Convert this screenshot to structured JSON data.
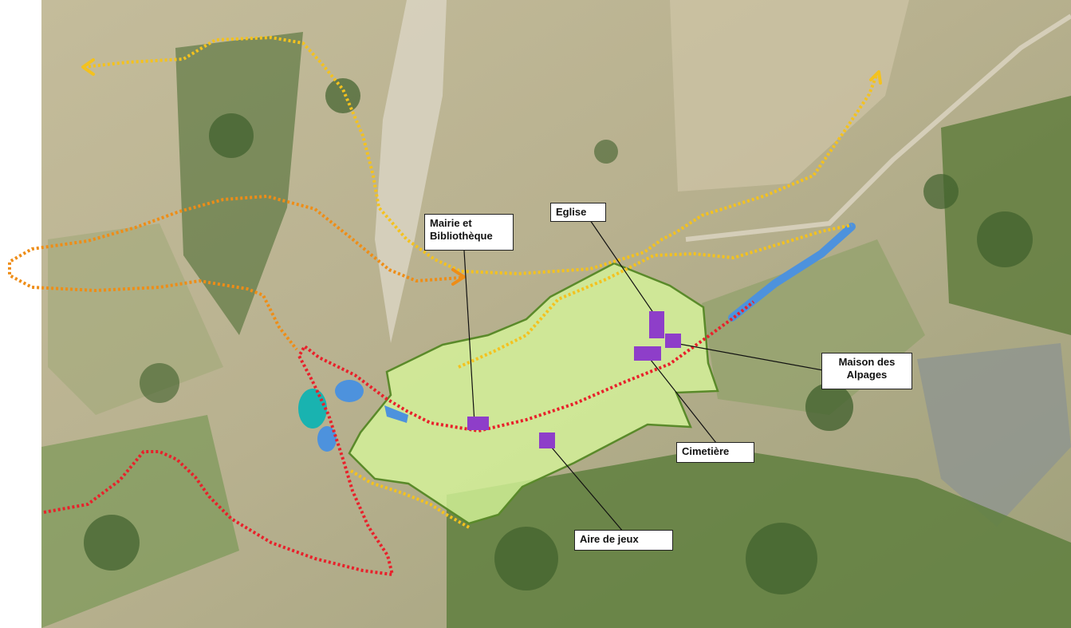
{
  "map": {
    "kind": "annotated aerial photograph of a mountain village",
    "labels": {
      "mairie": {
        "line1": "Mairie et",
        "line2": "Bibliothèque"
      },
      "eglise": "Eglise",
      "maison": {
        "line1": "Maison des",
        "line2": "Alpages"
      },
      "cimetiere": "Cimetière",
      "aire": "Aire de jeux"
    },
    "colors": {
      "village_zone": "#d6f59a",
      "village_outline": "#5a8a2a",
      "facility": "#8e3ec9",
      "route_red": "#e8212b",
      "route_yellow": "#f4c21e",
      "route_orange": "#ee8d17",
      "water_blue": "#4d92dd",
      "pond_teal": "#19b3b0"
    },
    "icons": [
      "route-arrow-icon"
    ]
  }
}
